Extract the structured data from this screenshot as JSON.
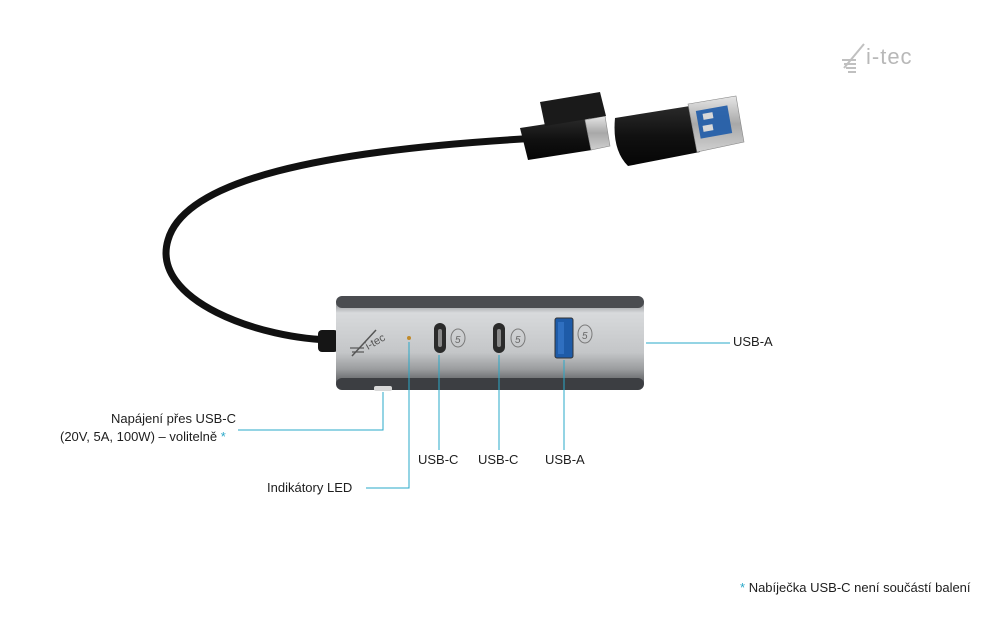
{
  "brand": {
    "logo_text": "i-tec"
  },
  "device": {
    "body_logo": "i-tec",
    "port_speed_badge": "5"
  },
  "callouts": {
    "usb_a_right": "USB-A",
    "power_line1": "Napájení přes USB-C",
    "power_line2": "(20V, 5A, 100W) – volitelně",
    "power_star": "*",
    "usb_c_1": "USB-C",
    "usb_c_2": "USB-C",
    "usb_a_bottom": "USB-A",
    "led": "Indikátory LED"
  },
  "footnote": {
    "star": "*",
    "text": "Nabíječka USB-C není součástí balení"
  },
  "colors": {
    "accent": "#2aa8c8",
    "hub_body": "#c9cbcd",
    "hub_band": "#4a4c50",
    "cable": "#111111"
  }
}
